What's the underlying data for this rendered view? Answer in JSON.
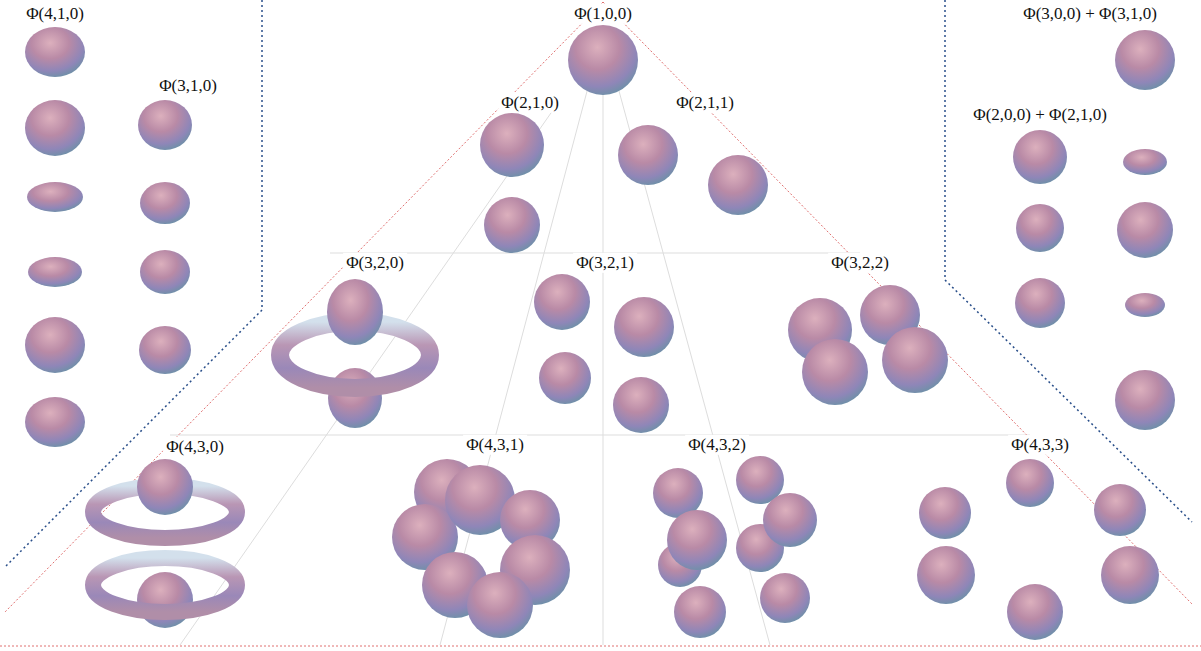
{
  "diagram": {
    "labels": [
      "Φ(4,1,0)",
      "Φ(3,1,0)",
      "Φ(1,0,0)",
      "Φ(2,1,0)",
      "Φ(2,1,1)",
      "Φ(3,2,0)",
      "Φ(3,2,1)",
      "Φ(3,2,2)",
      "Φ(4,3,0)",
      "Φ(4,3,1)",
      "Φ(4,3,2)",
      "Φ(4,3,3)",
      "Φ(3,0,0) + Φ(3,1,0)",
      "Φ(2,0,0) + Φ(2,1,0)"
    ]
  }
}
